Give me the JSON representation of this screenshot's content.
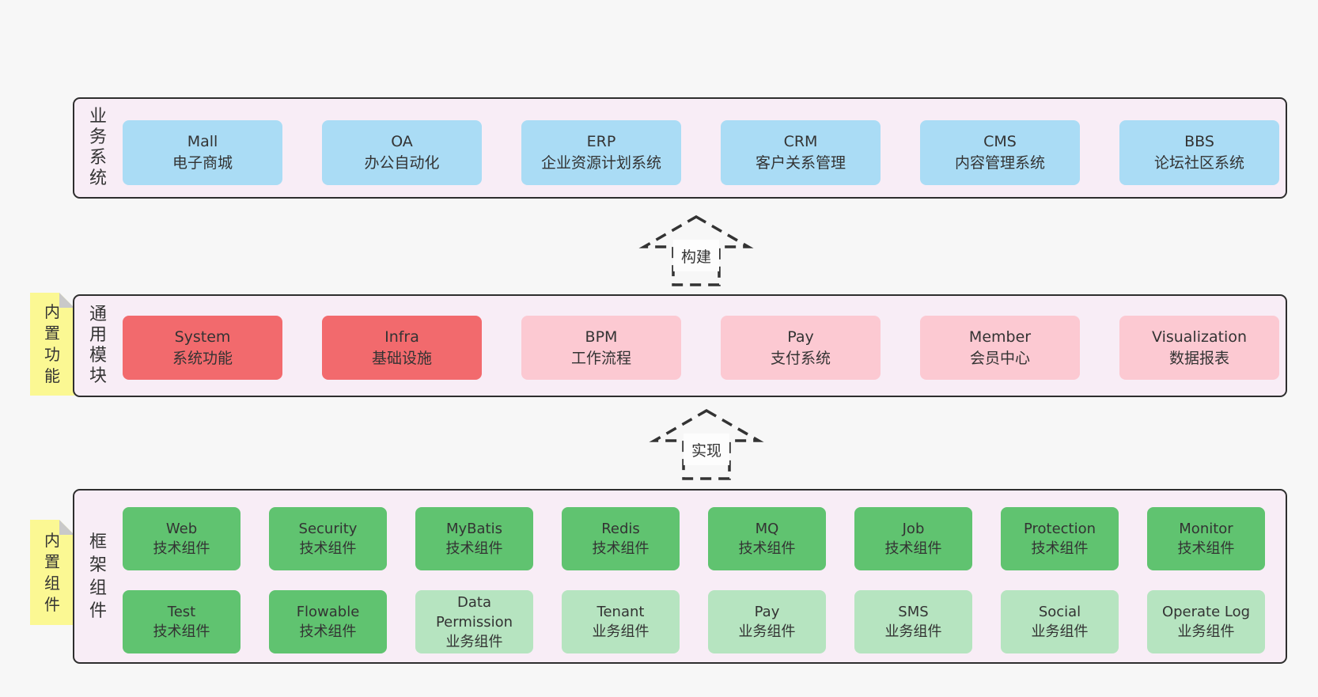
{
  "band_business": {
    "label": "业\n务\n系\n统",
    "boxes": [
      {
        "en": "Mall",
        "zh": "电子商城"
      },
      {
        "en": "OA",
        "zh": "办公自动化"
      },
      {
        "en": "ERP",
        "zh": "企业资源计划系统"
      },
      {
        "en": "CRM",
        "zh": "客户关系管理"
      },
      {
        "en": "CMS",
        "zh": "内容管理系统"
      },
      {
        "en": "BBS",
        "zh": "论坛社区系统"
      }
    ]
  },
  "arrow_build": {
    "label": "构建"
  },
  "band_modules": {
    "label": "通\n用\n模\n块",
    "sticky": "内\n置\n功\n能",
    "boxes": [
      {
        "en": "System",
        "zh": "系统功能"
      },
      {
        "en": "Infra",
        "zh": "基础设施"
      },
      {
        "en": "BPM",
        "zh": "工作流程"
      },
      {
        "en": "Pay",
        "zh": "支付系统"
      },
      {
        "en": "Member",
        "zh": "会员中心"
      },
      {
        "en": "Visualization",
        "zh": "数据报表"
      }
    ]
  },
  "arrow_implement": {
    "label": "实现"
  },
  "band_components": {
    "label": "框\n架\n组\n件",
    "sticky": "内\n置\n组\n件",
    "row1": [
      {
        "en": "Web",
        "zh": "技术组件"
      },
      {
        "en": "Security",
        "zh": "技术组件"
      },
      {
        "en": "MyBatis",
        "zh": "技术组件"
      },
      {
        "en": "Redis",
        "zh": "技术组件"
      },
      {
        "en": "MQ",
        "zh": "技术组件"
      },
      {
        "en": "Job",
        "zh": "技术组件"
      },
      {
        "en": "Protection",
        "zh": "技术组件"
      },
      {
        "en": "Monitor",
        "zh": "技术组件"
      }
    ],
    "row2": [
      {
        "en": "Test",
        "zh": "技术组件"
      },
      {
        "en": "Flowable",
        "zh": "技术组件"
      },
      {
        "en": "Data Permission",
        "zh": "业务组件"
      },
      {
        "en": "Tenant",
        "zh": "业务组件"
      },
      {
        "en": "Pay",
        "zh": "业务组件"
      },
      {
        "en": "SMS",
        "zh": "业务组件"
      },
      {
        "en": "Social",
        "zh": "业务组件"
      },
      {
        "en": "Operate Log",
        "zh": "业务组件"
      }
    ]
  },
  "colors": {
    "page_bg": "#f7f7f7",
    "band_bg": "#f8edf6",
    "band_border": "#2e2e2e",
    "blue": "#aadcf5",
    "red": "#f26a6d",
    "pink": "#fcc9d2",
    "green": "#60c370",
    "green_light": "#b6e4c0",
    "sticky_yellow": "#fbf893",
    "sticky_fold": "#c9c9c9",
    "text": "#333333",
    "arrow": "#333333"
  }
}
